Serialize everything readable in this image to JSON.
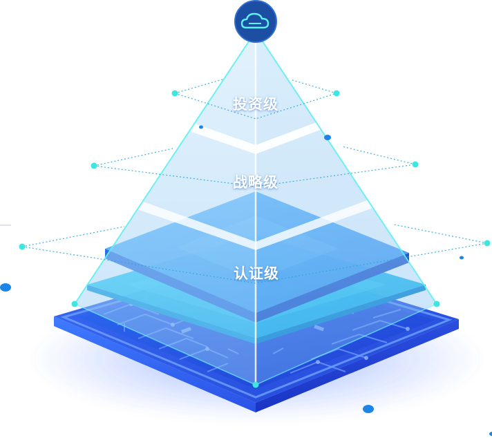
{
  "pyramid": {
    "levels": [
      {
        "label": "投资级"
      },
      {
        "label": "战略级"
      },
      {
        "label": "认证级"
      }
    ],
    "apex_icon": "cloud-icon"
  },
  "colors": {
    "apex_circle": "#1c4fa3",
    "pyramid_face_left": "#a9d6f7",
    "pyramid_face_right": "#8cc6f2",
    "glow_edge": "#5ff0f0",
    "base_dark": "#1e3fd6",
    "base_light": "#4c86ff",
    "chip_blue": "#3b9bf7",
    "chip_cyan": "#1ac6f0",
    "dot_cyan": "#3ee6e0",
    "dot_blue": "#1b86e8"
  }
}
